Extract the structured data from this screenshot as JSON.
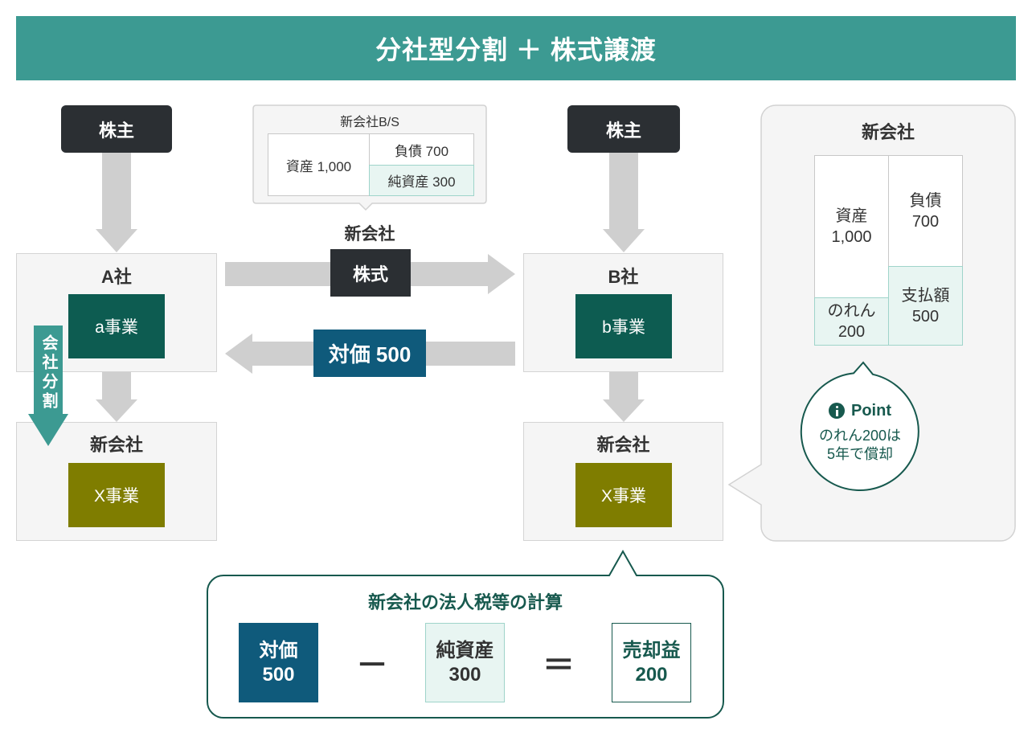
{
  "header": {
    "title": "分社型分割 ＋ 株式譲渡"
  },
  "left": {
    "shareholder": "株主",
    "company": {
      "title": "A社",
      "business": "a事業"
    },
    "split_arrow_label": "会社分割",
    "new_company": {
      "title": "新会社",
      "business": "X事業"
    }
  },
  "middle": {
    "bs": {
      "title": "新会社B/S",
      "assets": "資産 1,000",
      "liabilities": "負債 700",
      "net_assets": "純資産 300"
    },
    "transfer_label": "新会社",
    "stock_label": "株式",
    "consideration_label": "対価 500"
  },
  "right": {
    "shareholder": "株主",
    "company": {
      "title": "B社",
      "business": "b事業"
    },
    "new_company": {
      "title": "新会社",
      "business": "X事業"
    }
  },
  "side_callout": {
    "title": "新会社",
    "bs": {
      "assets": {
        "label": "資産",
        "value": "1,000"
      },
      "goodwill": {
        "label": "のれん",
        "value": "200"
      },
      "liabilities": {
        "label": "負債",
        "value": "700"
      },
      "payment": {
        "label": "支払額",
        "value": "500"
      }
    },
    "point": {
      "icon": "info-icon",
      "label": "Point",
      "lines": [
        "のれん200は",
        "5年で償却"
      ]
    }
  },
  "tax_callout": {
    "title": "新会社の法人税等の計算",
    "consideration": {
      "label": "対価",
      "value": "500"
    },
    "minus": "－",
    "net_assets": {
      "label": "純資産",
      "value": "300"
    },
    "equals": "＝",
    "gain": {
      "label": "売却益",
      "value": "200"
    }
  },
  "colors": {
    "header": "#3c9a92",
    "dark": "#2b2f33",
    "business_green": "#0d5c51",
    "business_olive": "#7f7d00",
    "consideration_blue": "#0f5a7b",
    "accent_green": "#17594e",
    "light_teal": "#e8f5f2",
    "arrow_gray": "#cfcfcf"
  }
}
